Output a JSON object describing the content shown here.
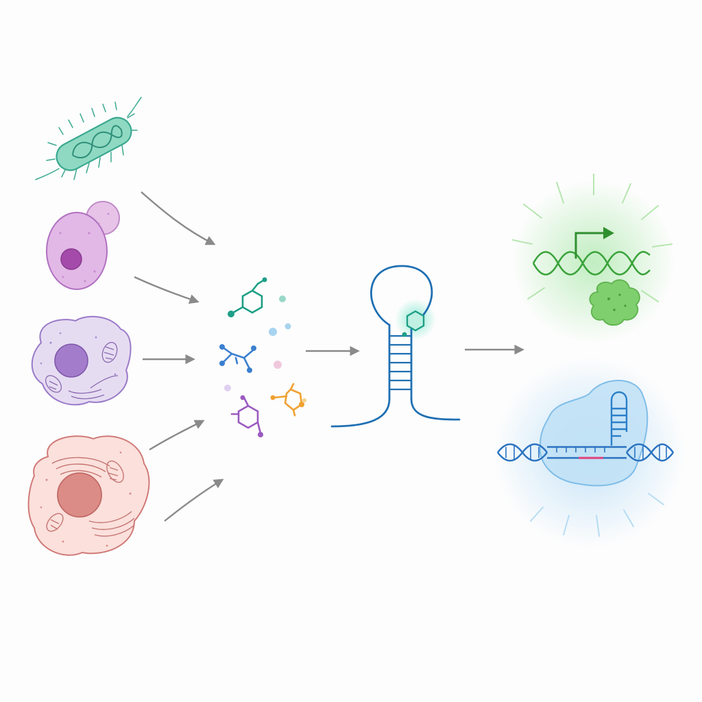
{
  "diagram": {
    "stages": [
      {
        "id": "cell-sources",
        "items": [
          "bacterium",
          "yeast-cell",
          "plant-cell",
          "animal-cell"
        ]
      },
      {
        "id": "small-molecules",
        "items": [
          "teal-ligand",
          "blue-ligand",
          "purple-ligand",
          "orange-ligand",
          "dots"
        ]
      },
      {
        "id": "riboswitch",
        "items": [
          "hairpin-aptamer",
          "bound-ligand"
        ]
      },
      {
        "id": "outputs",
        "items": [
          "gene-activation",
          "crispr-complex"
        ]
      }
    ],
    "colors": {
      "bacterium": "#3aa88f",
      "yeast": "#b070c0",
      "plant": "#9a7ac8",
      "animal": "#d07a78",
      "rna": "#1f6fb2",
      "ligand_teal": "#1e9f86",
      "ligand_blue": "#3a7fd0",
      "ligand_purple": "#9a5ac0",
      "ligand_orange": "#f0a030",
      "activation_green": "#3aa33a",
      "crispr_blue": "#3c8fd6",
      "arrow_gray": "#8a8a8a",
      "edit_mark": "#e0407a"
    }
  }
}
